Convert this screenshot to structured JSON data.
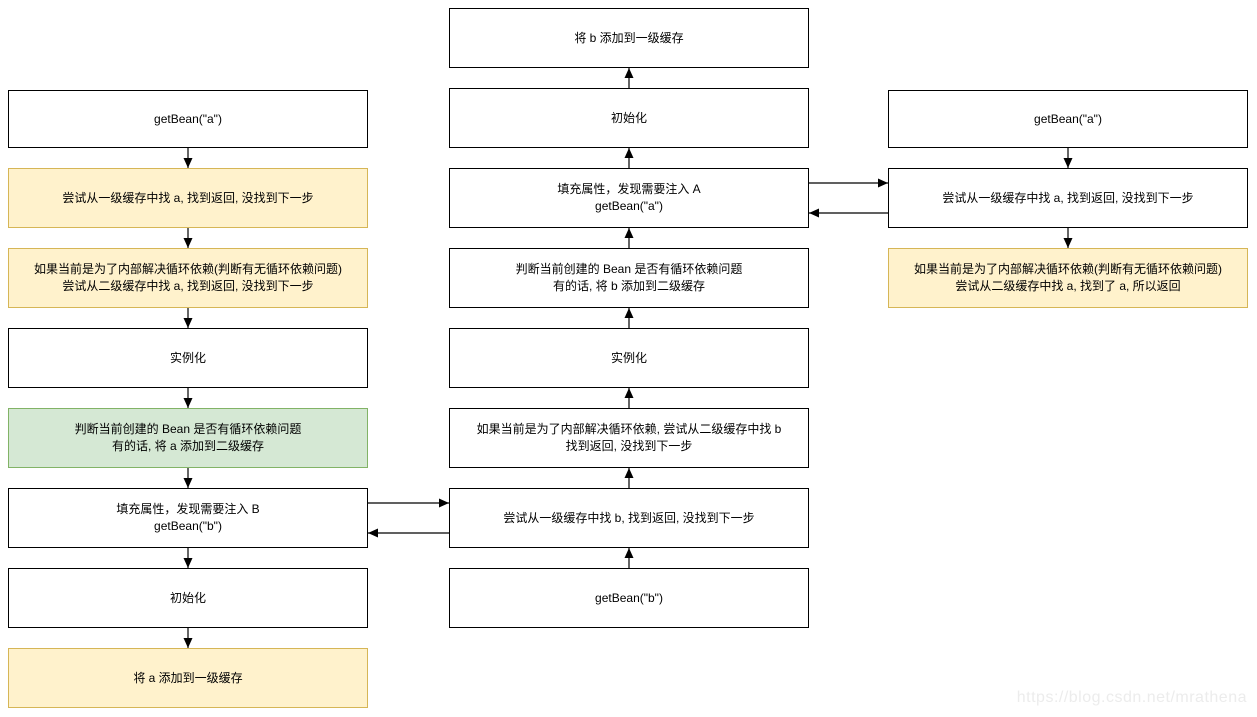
{
  "watermark": "https://blog.csdn.net/mrathena",
  "colors": {
    "node-white-fill": "#ffffff",
    "node-white-border": "#000000",
    "node-yellow-fill": "#fff2cc",
    "node-yellow-border": "#d6b656",
    "node-green-fill": "#d5e8d4",
    "node-green-border": "#82b366",
    "arrow": "#000000",
    "watermark-color": "#ececec"
  },
  "nodes": {
    "left": [
      {
        "id": "L1",
        "style": "white",
        "label": "getBean(\"a\")"
      },
      {
        "id": "L2",
        "style": "yellow",
        "label": "尝试从一级缓存中找 a, 找到返回, 没找到下一步"
      },
      {
        "id": "L3",
        "style": "yellow",
        "label": "如果当前是为了内部解决循环依赖(判断有无循环依赖问题)\n尝试从二级缓存中找 a, 找到返回, 没找到下一步"
      },
      {
        "id": "L4",
        "style": "white",
        "label": "实例化"
      },
      {
        "id": "L5",
        "style": "green",
        "label": "判断当前创建的 Bean 是否有循环依赖问题\n有的话, 将 a 添加到二级缓存"
      },
      {
        "id": "L6",
        "style": "white",
        "label": "填充属性，发现需要注入 B\ngetBean(\"b\")"
      },
      {
        "id": "L7",
        "style": "white",
        "label": "初始化"
      },
      {
        "id": "L8",
        "style": "yellow",
        "label": "将 a 添加到一级缓存"
      }
    ],
    "middle": [
      {
        "id": "M1",
        "style": "white",
        "label": "将 b 添加到一级缓存"
      },
      {
        "id": "M2",
        "style": "white",
        "label": "初始化"
      },
      {
        "id": "M3",
        "style": "white",
        "label": "填充属性，发现需要注入 A\ngetBean(\"a\")"
      },
      {
        "id": "M4",
        "style": "white",
        "label": "判断当前创建的 Bean 是否有循环依赖问题\n有的话, 将 b 添加到二级缓存"
      },
      {
        "id": "M5",
        "style": "white",
        "label": "实例化"
      },
      {
        "id": "M6",
        "style": "white",
        "label": "如果当前是为了内部解决循环依赖, 尝试从二级缓存中找 b\n找到返回, 没找到下一步"
      },
      {
        "id": "M7",
        "style": "white",
        "label": "尝试从一级缓存中找 b, 找到返回, 没找到下一步"
      },
      {
        "id": "M8",
        "style": "white",
        "label": "getBean(\"b\")"
      }
    ],
    "right": [
      {
        "id": "R1",
        "style": "white",
        "label": "getBean(\"a\")"
      },
      {
        "id": "R2",
        "style": "white",
        "label": "尝试从一级缓存中找 a, 找到返回, 没找到下一步"
      },
      {
        "id": "R3",
        "style": "yellow",
        "label": "如果当前是为了内部解决循环依赖(判断有无循环依赖问题)\n尝试从二级缓存中找 a, 找到了 a, 所以返回"
      }
    ]
  },
  "edges": [
    {
      "from": "L1",
      "to": "L2",
      "direction": "down"
    },
    {
      "from": "L2",
      "to": "L3",
      "direction": "down"
    },
    {
      "from": "L3",
      "to": "L4",
      "direction": "down"
    },
    {
      "from": "L4",
      "to": "L5",
      "direction": "down"
    },
    {
      "from": "L5",
      "to": "L6",
      "direction": "down"
    },
    {
      "from": "L6",
      "to": "L7",
      "direction": "down"
    },
    {
      "from": "L7",
      "to": "L8",
      "direction": "down"
    },
    {
      "from": "M8",
      "to": "M7",
      "direction": "up"
    },
    {
      "from": "M7",
      "to": "M6",
      "direction": "up"
    },
    {
      "from": "M6",
      "to": "M5",
      "direction": "up"
    },
    {
      "from": "M5",
      "to": "M4",
      "direction": "up"
    },
    {
      "from": "M4",
      "to": "M3",
      "direction": "up"
    },
    {
      "from": "M3",
      "to": "M2",
      "direction": "up"
    },
    {
      "from": "M2",
      "to": "M1",
      "direction": "up"
    },
    {
      "from": "R1",
      "to": "R2",
      "direction": "down"
    },
    {
      "from": "R2",
      "to": "R3",
      "direction": "down"
    },
    {
      "from": "L6",
      "to": "M7",
      "direction": "right"
    },
    {
      "from": "M7",
      "to": "L6",
      "direction": "left"
    },
    {
      "from": "M3",
      "to": "R2",
      "direction": "right"
    },
    {
      "from": "R2",
      "to": "M3",
      "direction": "left"
    }
  ]
}
